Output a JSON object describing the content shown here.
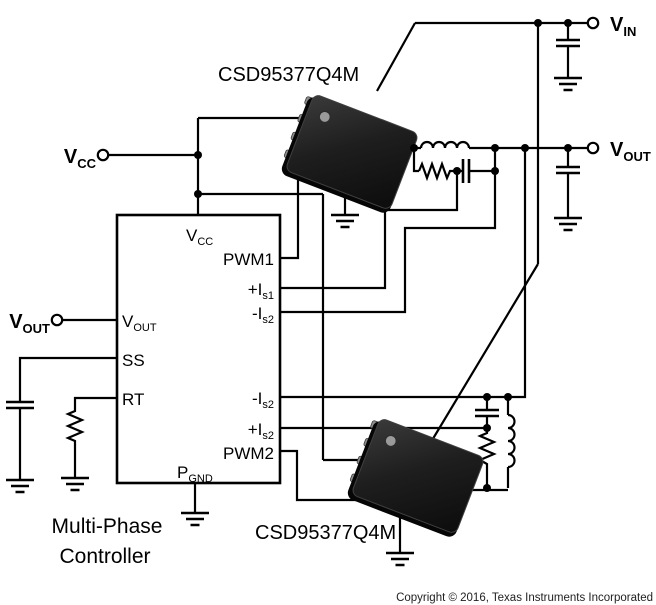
{
  "diagram": {
    "type": "power-supply-schematic",
    "colors": {
      "wire": "#000000",
      "background": "#ffffff",
      "chip_body": "#1c1c1c"
    }
  },
  "terminals": {
    "vin": {
      "main": "V",
      "sub": "IN"
    },
    "vout_right": {
      "main": "V",
      "sub": "OUT"
    },
    "vcc_left": {
      "main": "V",
      "sub": "CC"
    },
    "vout_left": {
      "main": "V",
      "sub": "OUT"
    }
  },
  "chips": {
    "chip1_label": "CSD95377Q4M",
    "chip2_label": "CSD95377Q4M"
  },
  "controller": {
    "name_line1": "Multi-Phase",
    "name_line2": "Controller",
    "pins": {
      "vcc": {
        "main": "V",
        "sub": "CC"
      },
      "pwm1": {
        "main": "PWM1",
        "sub": ""
      },
      "is1_plus": {
        "main": "+I",
        "sub": "s1"
      },
      "is2_minus_a": {
        "main": "-I",
        "sub": "s2"
      },
      "vout": {
        "main": "V",
        "sub": "OUT"
      },
      "ss": {
        "main": "SS",
        "sub": ""
      },
      "rt": {
        "main": "RT",
        "sub": ""
      },
      "is2_minus_b": {
        "main": "-I",
        "sub": "s2"
      },
      "is2_plus": {
        "main": "+I",
        "sub": "s2"
      },
      "pwm2": {
        "main": "PWM2",
        "sub": ""
      },
      "pgnd": {
        "main": "P",
        "sub": "GND"
      }
    }
  },
  "footer": {
    "copyright": "Copyright © 2016, Texas Instruments Incorporated"
  }
}
